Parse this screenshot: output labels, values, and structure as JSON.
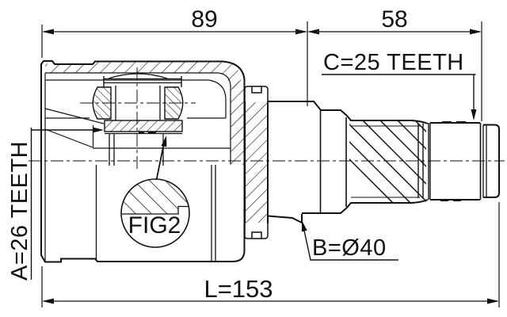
{
  "colors": {
    "ink": "#111111",
    "background": "#ffffff"
  },
  "dimensions": {
    "housing_length": "89",
    "shaft_length": "58",
    "overall_length": "L=153"
  },
  "labels": {
    "inner_spline_count": "A=26 TEETH",
    "outer_spline_count": "C=25 TEETH",
    "body_diameter": "B=Ø40",
    "detail_reference": "FIG2"
  }
}
